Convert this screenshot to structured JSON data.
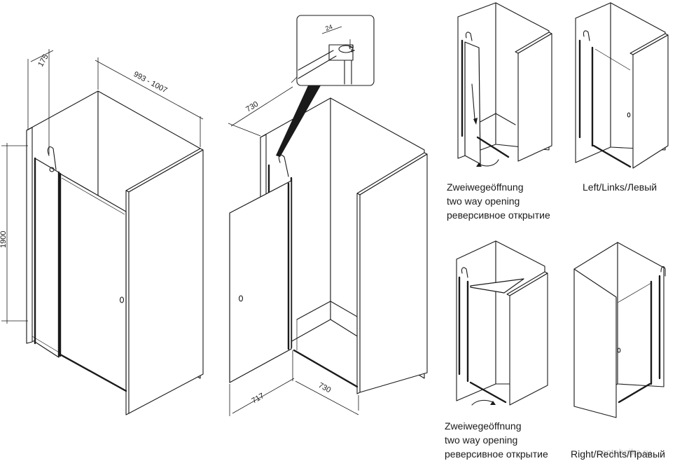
{
  "dimensions": {
    "depth_top": "175",
    "width_top": "993 - 1007",
    "height": "1900",
    "depth_middle": "730",
    "detail_a": "24",
    "detail_b": "24",
    "door_width": "717",
    "side_width": "730"
  },
  "captions": {
    "two_way_top": [
      "Zweiwegeöffnung",
      "two way opening",
      "реверсивное открытие"
    ],
    "left": "Left/Links/Левый",
    "two_way_bottom": [
      "Zweiwegeöffnung",
      "two way opening",
      "реверсивное открытие"
    ],
    "right": "Right/Rechts/Правый"
  },
  "watermark": "santehnika.ru"
}
